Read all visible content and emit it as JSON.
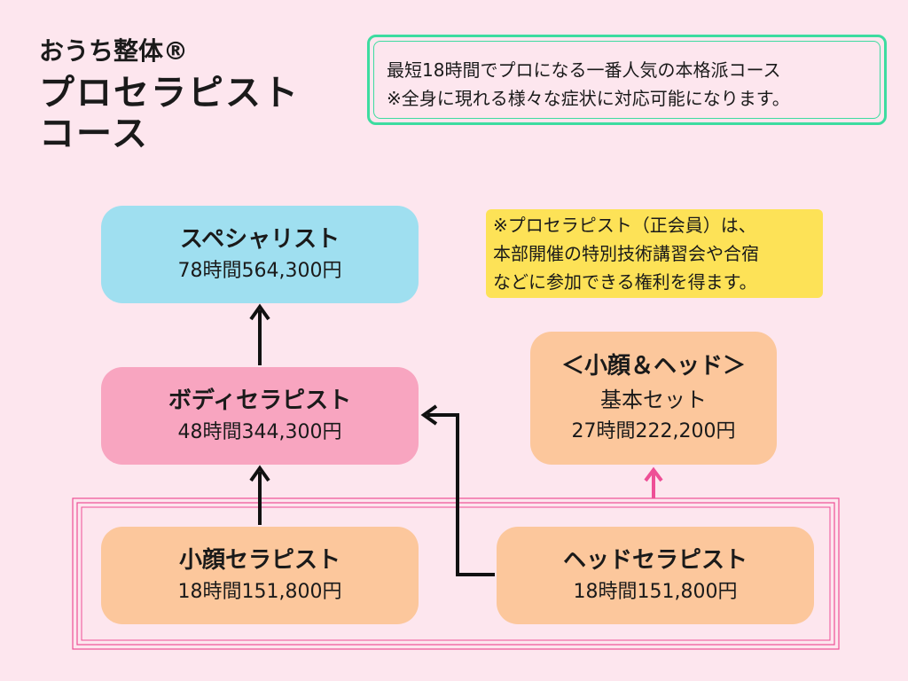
{
  "header": {
    "brand": "おうち整体®",
    "title_line1": "プロセラピスト",
    "title_line2": "コース"
  },
  "info": {
    "line1": "最短18時間でプロになる一番人気の本格派コース",
    "line2": "※全身に現れる様々な症状に対応可能になります。"
  },
  "note": {
    "line1": "※プロセラピスト（正会員）は、",
    "line2": "本部開催の特別技術講習会や合宿",
    "line3": "などに参加できる権利を得ます。"
  },
  "courses": {
    "specialist": {
      "name": "スペシャリスト",
      "detail": "78時間564,300円"
    },
    "body": {
      "name": "ボディセラピスト",
      "detail": "48時間344,300円"
    },
    "face": {
      "name": "小顔セラピスト",
      "detail": "18時間151,800円"
    },
    "head": {
      "name": "ヘッドセラピスト",
      "detail": "18時間151,800円"
    },
    "set": {
      "name": "＜小顔＆ヘッド＞",
      "sub": "基本セット",
      "detail": "27時間222,200円"
    }
  },
  "colors": {
    "background": "#fde6ee",
    "info_border": "#3ddca0",
    "note_bg": "#fde257",
    "specialist": "#9fdff0",
    "body": "#f8a5c0",
    "orange": "#fcc79c",
    "pink_arrow": "#ee4f96"
  }
}
